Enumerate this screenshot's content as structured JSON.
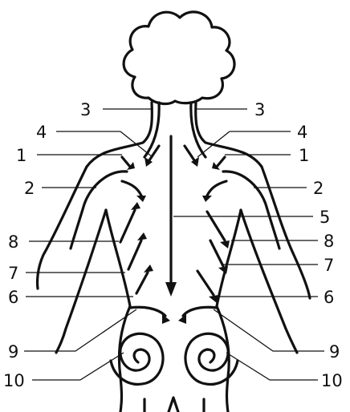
{
  "labels": {
    "l3": "3",
    "r3": "3",
    "l4": "4",
    "r4": "4",
    "l1": "1",
    "r1": "1",
    "l2": "2",
    "r2": "2",
    "r5": "5",
    "l8": "8",
    "r8": "8",
    "l7": "7",
    "r7": "7",
    "l6": "6",
    "r6": "6",
    "l9": "9",
    "r9": "9",
    "l10": "10",
    "r10": "10"
  }
}
